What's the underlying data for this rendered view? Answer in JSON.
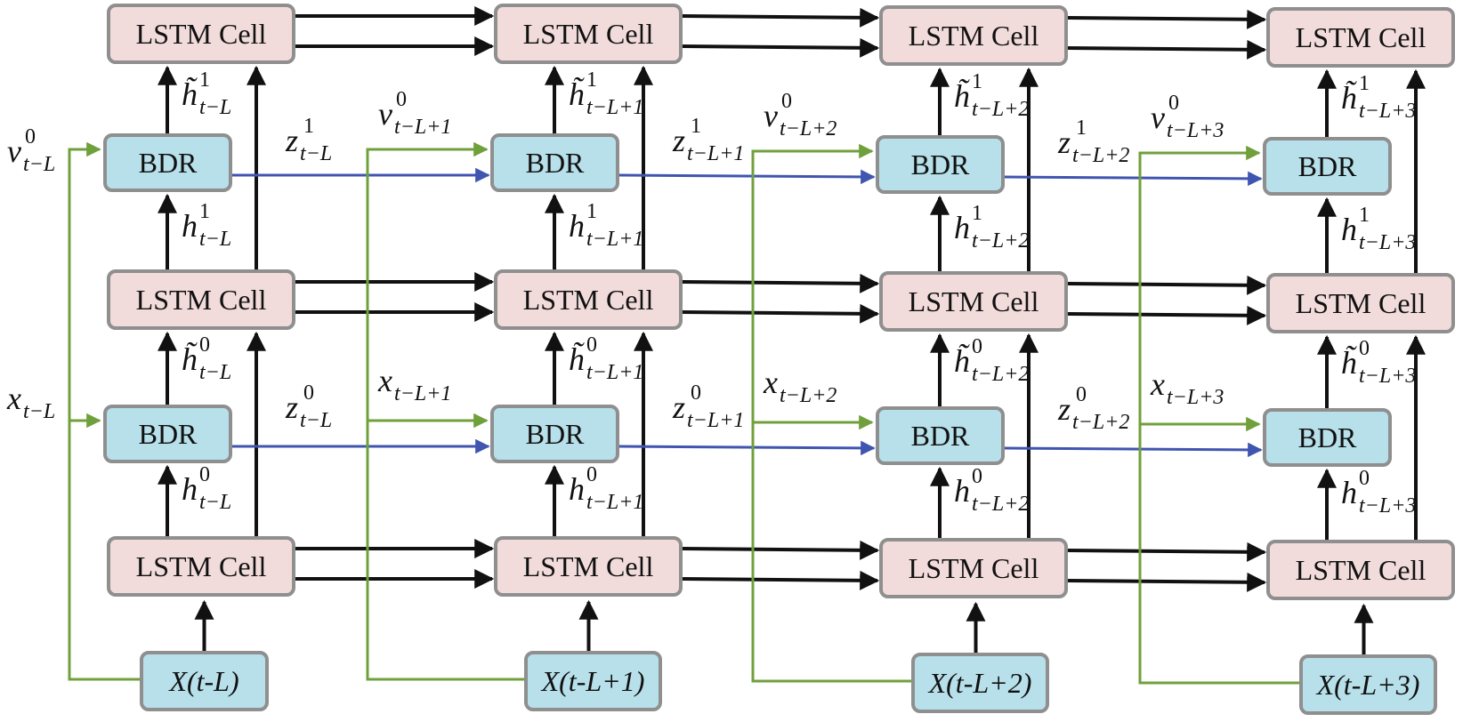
{
  "columns": [
    {
      "lstm_label": "LSTM Cell",
      "bdr_label": "BDR",
      "input": "X(t-L)",
      "ht1": {
        "base": "h̃",
        "sup": "1",
        "sub": "t−L"
      },
      "h1": {
        "base": "h",
        "sup": "1",
        "sub": "t−L"
      },
      "ht0": {
        "base": "h̃",
        "sup": "0",
        "sub": "t−L"
      },
      "h0": {
        "base": "h",
        "sup": "0",
        "sub": "t−L"
      },
      "v0": {
        "base": "v",
        "sup": "0",
        "sub": "t−L"
      },
      "x": {
        "base": "x",
        "sup": "",
        "sub": "t−L"
      },
      "z1": {
        "base": "z",
        "sup": "1",
        "sub": "t−L"
      },
      "z0": {
        "base": "z",
        "sup": "0",
        "sub": "t−L"
      }
    },
    {
      "lstm_label": "LSTM Cell",
      "bdr_label": "BDR",
      "input": "X(t-L+1)",
      "ht1": {
        "base": "h̃",
        "sup": "1",
        "sub": "t−L+1"
      },
      "h1": {
        "base": "h",
        "sup": "1",
        "sub": "t−L+1"
      },
      "ht0": {
        "base": "h̃",
        "sup": "0",
        "sub": "t−L+1"
      },
      "h0": {
        "base": "h",
        "sup": "0",
        "sub": "t−L+1"
      },
      "v0": {
        "base": "v",
        "sup": "0",
        "sub": "t−L+1"
      },
      "x": {
        "base": "x",
        "sup": "",
        "sub": "t−L+1"
      },
      "z1": {
        "base": "z",
        "sup": "1",
        "sub": "t−L+1"
      },
      "z0": {
        "base": "z",
        "sup": "0",
        "sub": "t−L+1"
      }
    },
    {
      "lstm_label": "LSTM Cell",
      "bdr_label": "BDR",
      "input": "X(t-L+2)",
      "ht1": {
        "base": "h̃",
        "sup": "1",
        "sub": "t−L+2"
      },
      "h1": {
        "base": "h",
        "sup": "1",
        "sub": "t−L+2"
      },
      "ht0": {
        "base": "h̃",
        "sup": "0",
        "sub": "t−L+2"
      },
      "h0": {
        "base": "h",
        "sup": "0",
        "sub": "t−L+2"
      },
      "v0": {
        "base": "v",
        "sup": "0",
        "sub": "t−L+2"
      },
      "x": {
        "base": "x",
        "sup": "",
        "sub": "t−L+2"
      },
      "z1": {
        "base": "z",
        "sup": "1",
        "sub": "t−L+2"
      },
      "z0": {
        "base": "z",
        "sup": "0",
        "sub": "t−L+2"
      }
    },
    {
      "lstm_label": "LSTM Cell",
      "bdr_label": "BDR",
      "input": "X(t-L+3)",
      "ht1": {
        "base": "h̃",
        "sup": "1",
        "sub": "t−L+3"
      },
      "h1": {
        "base": "h",
        "sup": "1",
        "sub": "t−L+3"
      },
      "ht0": {
        "base": "h̃",
        "sup": "0",
        "sub": "t−L+3"
      },
      "h0": {
        "base": "h",
        "sup": "0",
        "sub": "t−L+3"
      },
      "v0": {
        "base": "v",
        "sup": "0",
        "sub": "t−L+3"
      },
      "x": {
        "base": "x",
        "sup": "",
        "sub": "t−L+3"
      }
    }
  ],
  "colors": {
    "lstm_fill": "#f2dcdb",
    "bdr_fill": "#b7e0ea",
    "box_border": "#8f8f8f",
    "arrow_black": "#111111",
    "arrow_green": "#70a03c",
    "arrow_blue": "#3f55b0"
  }
}
